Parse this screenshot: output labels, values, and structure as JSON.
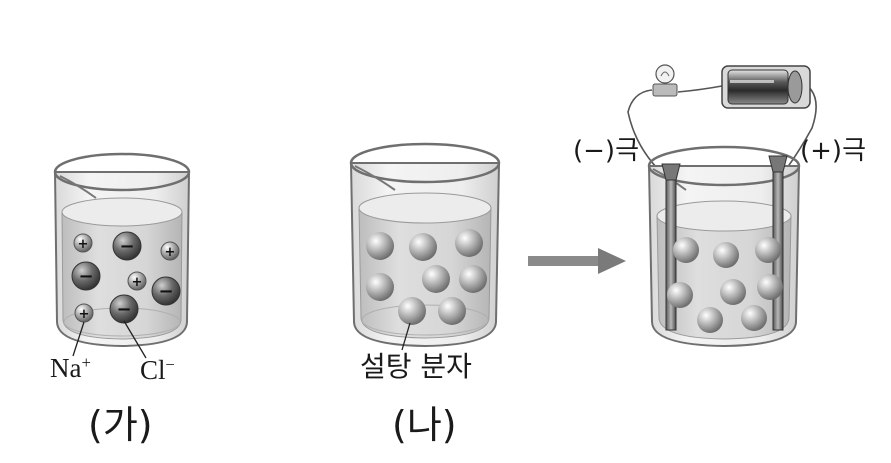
{
  "labels": {
    "na_ion": "Na",
    "na_charge": "+",
    "cl_ion": "Cl",
    "cl_charge": "−",
    "sugar_molecule": "설탕 분자",
    "caption_a": "(가)",
    "caption_b": "(나)",
    "negative_electrode": "(−)극",
    "positive_electrode": "(+)극"
  },
  "icons": {
    "cation": "plus-ion-icon",
    "anion": "minus-ion-icon",
    "bulb": "light-bulb-icon",
    "battery": "battery-icon",
    "arrow": "arrow-right-icon"
  },
  "colors": {
    "glass_edge": "#6f6f6f",
    "liquid": "#cfcfcf",
    "sphere": "#9a9a9a",
    "arrow": "#8a8a8a"
  }
}
